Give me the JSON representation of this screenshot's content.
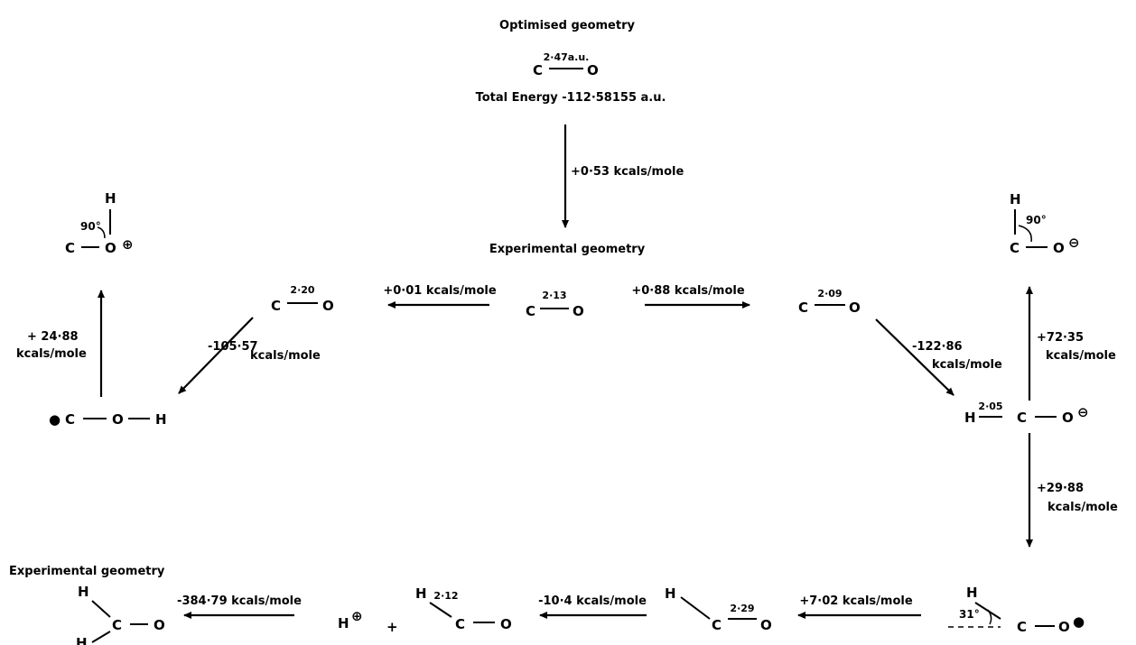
{
  "top": {
    "title": "Optimised geometry",
    "bond_length": "2·47a.u.",
    "total_energy": "Total  Energy  -112·58155 a.u."
  },
  "energies": {
    "opt_to_exp": "+0·53 kcals/mole",
    "exp_to_220": "+0·01 kcals/mole",
    "exp_to_209": "+0·88 kcals/mole",
    "c220_to_coh_a": "-105·57",
    "c220_to_coh_b": "kcals/mole",
    "coh_to_bent_a": "+ 24·88",
    "coh_to_bent_b": "kcals/mole",
    "c209_to_hco_a": "-122·86",
    "c209_to_hco_b": "kcals/mole",
    "hco_to_bent_a": "+72·35",
    "hco_to_bent_b": "kcals/mole",
    "hco_to_angled_a": "+29·88",
    "hco_to_angled_b": "kcals/mole",
    "angled_to_h229": "+7·02 kcals/mole",
    "h229_to_h212": "-10·4 kcals/mole",
    "h212_to_h2co": "-384·79 kcals/mole"
  },
  "labels": {
    "experimental_geometry_center": "Experimental geometry",
    "experimental_geometry_left": "Experimental geometry"
  },
  "atoms": {
    "C": "C",
    "O": "O",
    "H": "H",
    "plus": "+"
  },
  "charges": {
    "positive": "⊕",
    "negative": "⊖",
    "radical": "●"
  },
  "bond_lengths": {
    "center": "2·13",
    "left": "2·20",
    "right": "2·09",
    "hco": "2·05",
    "h229": "2·29",
    "h212": "2·12"
  },
  "angles": {
    "left_90": "90°",
    "right_90": "90°",
    "angled_31": "31°"
  }
}
